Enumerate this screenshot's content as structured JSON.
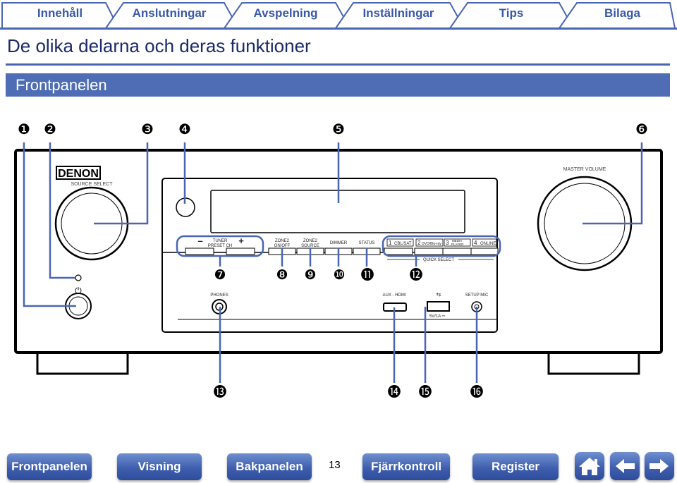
{
  "tabs": [
    "Innehåll",
    "Anslutningar",
    "Avspelning",
    "Inställningar",
    "Tips",
    "Bilaga"
  ],
  "page_title": "De olika delarna och deras funktioner",
  "section_title": "Frontpanelen",
  "diagram": {
    "callouts_top": [
      "❶",
      "❷",
      "❸",
      "❹",
      "❺",
      "❻"
    ],
    "callouts_mid": [
      "❼",
      "❽",
      "❾",
      "❿",
      "⓫",
      "⓬"
    ],
    "callouts_bottom": [
      "⓭",
      "⓮",
      "⓯",
      "⓰"
    ],
    "brand": "DENON",
    "source_select": "SOURCE SELECT",
    "master_volume": "MASTER VOLUME",
    "minus": "–",
    "plus": "+",
    "tuner_line1": "TUNER",
    "tuner_line2": "PRESET CH",
    "zone2_onoff_1": "ZONE2",
    "zone2_onoff_2": "ON/OFF",
    "zone2_source_1": "ZONE2",
    "zone2_source_2": "SOURCE",
    "dimmer": "DIMMER",
    "status": "STATUS",
    "quick1_num": "1",
    "quick1": "CBL/SAT",
    "quick2_num": "2",
    "quick2": "DVD/Blu-ray",
    "quick3_num": "3",
    "quick3_a": "MEDIA",
    "quick3_b": "PLAYER",
    "quick4_num": "4",
    "quick4": "ONLINE",
    "quick_select": "QUICK SELECT",
    "phones": "PHONES",
    "aux_hdmi": "AUX - HDMI",
    "usb_rating": "5V/1A ⎓",
    "setup_mic": "SETUP MIC"
  },
  "footer": {
    "buttons": [
      "Frontpanelen",
      "Visning",
      "Bakpanelen",
      "Fjärrkontroll",
      "Register"
    ],
    "page_number": "13",
    "icons": [
      "home-icon",
      "back-arrow-icon",
      "forward-arrow-icon"
    ]
  },
  "colors": {
    "accent": "#4a66b2",
    "section_bar": "#4e6db5",
    "tab_text": "#3a58a8",
    "title_text": "#1a2a6a"
  }
}
